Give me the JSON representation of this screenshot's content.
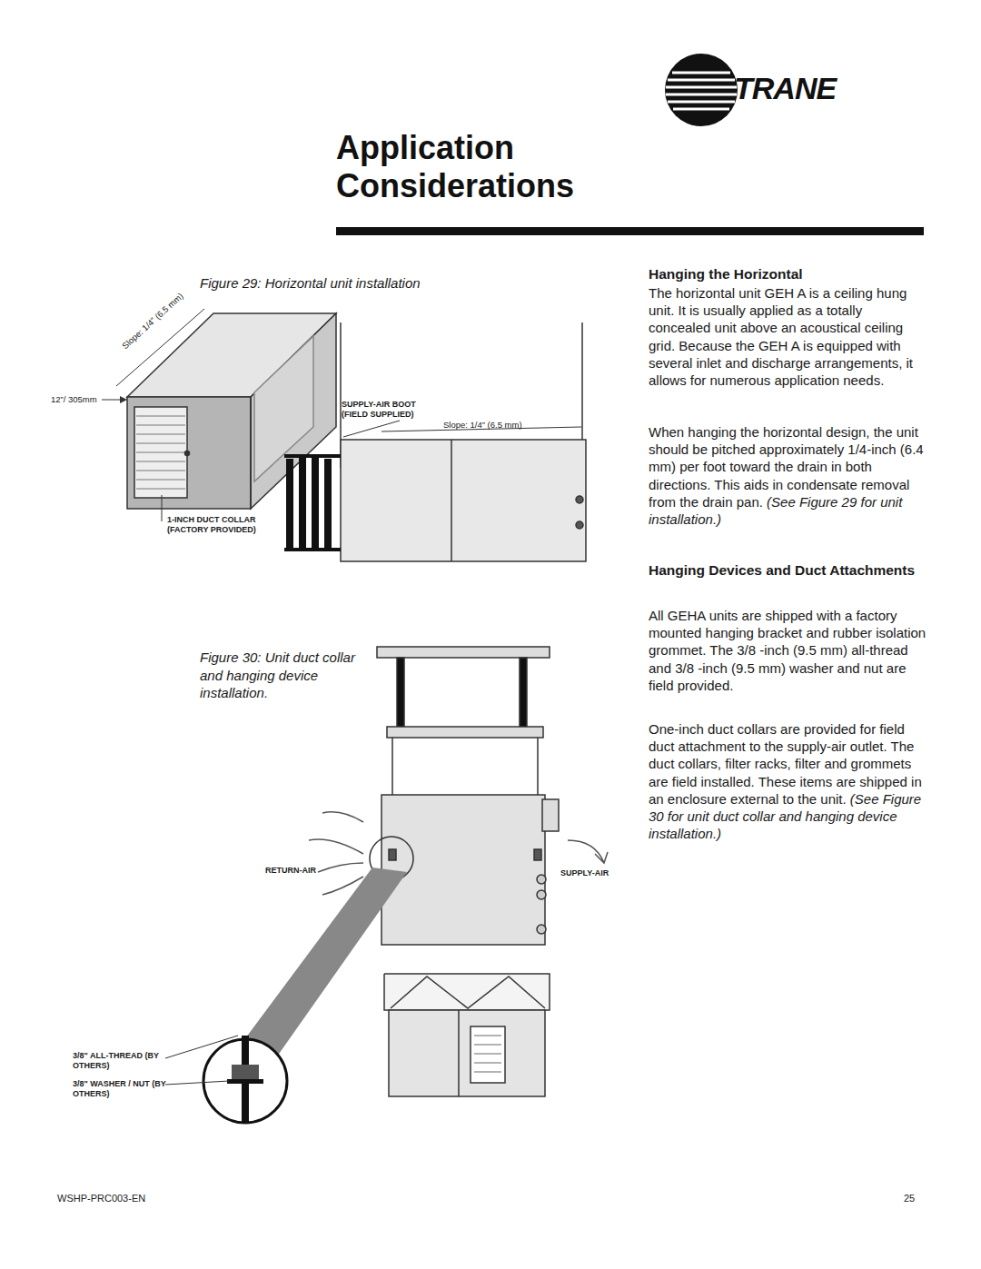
{
  "diagram": {
    "title": "Application Considerations",
    "labels": [
      "TRANE",
      "Figure 29: Horizontal unit installation",
      "Slope: 1/4” (6.5 mm)",
      "12”/ 305mm",
      "SUPPLY-AIR BOOT (FIELD SUPPLIED)",
      "Slope: 1/4” (6.5 mm)",
      "1-INCH DUCT COLLAR (FACTORY PROVIDED)",
      "Figure 30: Unit duct collar and hanging device installation.",
      "RETURN-AIR",
      "SUPPLY-AIR",
      "3/8\" ALL-THREAD (BY OTHERS)",
      "3/8\" WASHER / NUT (BY OTHERS)",
      "Hanging the Horizontal",
      "The horizontal unit GEH A is a ceiling hung unit. It is usually applied as a totally concealed unit above an acoustical ceiling grid. Because the GEH A is equipped with several inlet and discharge arrangements, it allows for numerous application needs.",
      "When hanging the horizontal design, the unit should be pitched approximately 1/4-inch (6.4 mm) per foot toward the drain in both directions. This aids in condensate removal from the drain pan.",
      "(See Figure 29 for unit installation.)",
      "Hanging Devices and Duct Attachments",
      "All GEHA units are shipped with a factory mounted hanging bracket and rubber isolation grommet. The 3/8 -inch (9.5 mm) all-thread and 3/8 -inch (9.5 mm) washer and nut are field provided.",
      "One-inch duct collars are provided for field duct attachment to the supply-air outlet. The duct collars, filter racks, filter and grommets are field installed. These items are shipped in an enclosure external to the unit.",
      "(See Figure 30 for unit duct collar and hanging device installation.)",
      "WSHP-PRC003-EN",
      "25"
    ]
  }
}
